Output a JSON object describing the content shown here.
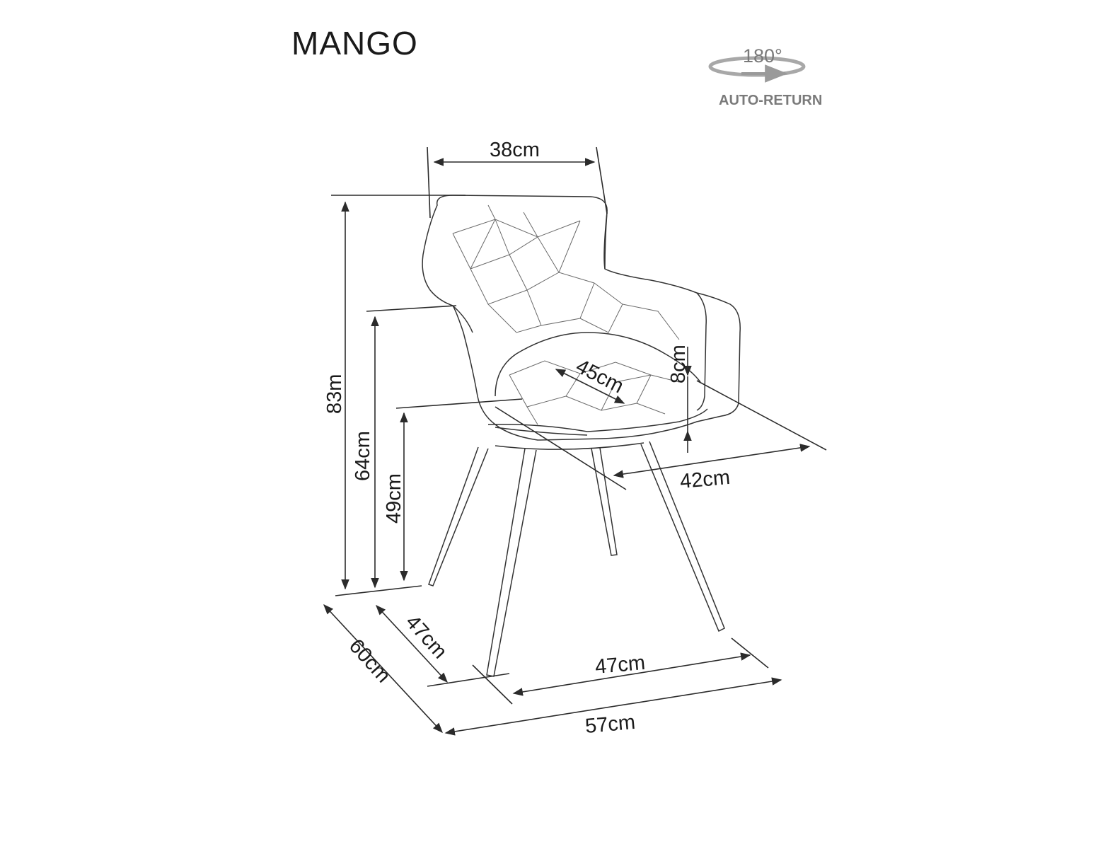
{
  "product": {
    "name": "MANGO"
  },
  "swivel": {
    "angle": "180°",
    "label": "AUTO-RETURN"
  },
  "dimensions": {
    "backrest_width": "38cm",
    "total_height": "83m",
    "armrest_height": "64cm",
    "seat_height": "49cm",
    "seat_depth": "45cm",
    "armrest_pad": "8cm",
    "seat_width": "42cm",
    "base_depth": "47cm",
    "overall_depth": "60cm",
    "base_width": "47cm",
    "overall_width": "57cm"
  },
  "colors": {
    "line": "#2b2b2b",
    "text": "#1a1a1a",
    "icon": "#9a9a9a"
  }
}
